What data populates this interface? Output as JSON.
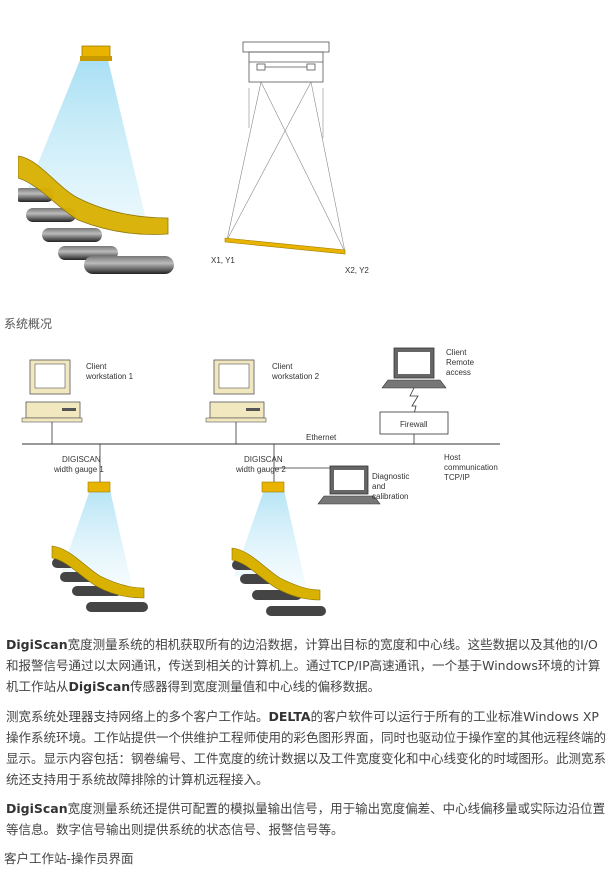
{
  "figure1": {
    "label_x1y1": "X1, Y1",
    "label_x2y2": "X2, Y2"
  },
  "section1_title": "系统概况",
  "network": {
    "client1": [
      "Client",
      "workstation 1"
    ],
    "client2": [
      "Client",
      "workstation 2"
    ],
    "remote": [
      "Client",
      "Remote",
      "access"
    ],
    "firewall": "Firewall",
    "ethernet": "Ethernet",
    "gauge1": [
      "DIGISCAN",
      "width gauge 1"
    ],
    "gauge2": [
      "DIGISCAN",
      "width gauge 2"
    ],
    "host": [
      "Host",
      "communication",
      "TCP/IP"
    ],
    "diagnostic": [
      "Diagnostic",
      "and",
      "calibration"
    ]
  },
  "paragraphs": [
    {
      "bold": "DigiScan",
      "text_a": "宽度测量系统的相机获取所有的边沿数据，计算出目标的宽度和中心线。这些数据以及其他的I/O和报警信号通过以太网通讯，传送到相关的计算机上。通过TCP/IP高速通讯，一个基于Windows环境的计算机工作站从",
      "bold2": "DigiScan",
      "text_b": "传感器得到宽度测量值和中心线的偏移数据。"
    },
    {
      "text_a": "测宽系统处理器支持网络上的多个客户工作站。",
      "bold": "DELTA",
      "text_b": "的客户软件可以运行于所有的工业标准Windows XP操作系统环境。工作站提供一个供维护工程师使用的彩色图形界面，同时也驱动位于操作室的其他远程终端的显示。显示内容包括：钢卷编号、工件宽度的统计数据以及工件宽度变化和中心线变化的时域图形。此测宽系统还支持用于系统故障排除的计算机远程接入。"
    },
    {
      "bold": "DigiScan",
      "text_a": "宽度测量系统还提供可配置的模拟量输出信号，用于输出宽度偏差、中心线偏移量或实际边沿位置等信息。数字信号输出则提供系统的状态信号、报警信号等。"
    }
  ],
  "section2_title": "客户工作站-操作员界面",
  "colors": {
    "sensor": "#e8b400",
    "beam": "#bfe6f5",
    "strip": "#d9b100",
    "roller": "#3a3a3a"
  }
}
